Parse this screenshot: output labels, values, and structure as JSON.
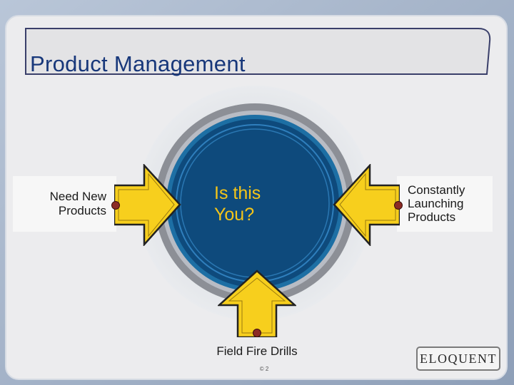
{
  "slide": {
    "title": "Product Management",
    "center_text": "Is this You?",
    "left_label": "Need New Products",
    "right_label": "Constantly Launching Products",
    "bottom_label": "Field Fire Drills",
    "copyright": "© 2",
    "logo_text": "ELOQUENT"
  },
  "colors": {
    "title": "#17377a",
    "circle": "#0e4a7c",
    "center_text": "#f5c518",
    "arrow": "#f7cf1d",
    "pin": "#8c2b25"
  },
  "icons": [
    "arrow-right-icon",
    "arrow-left-icon",
    "arrow-up-icon",
    "pin-icon"
  ]
}
